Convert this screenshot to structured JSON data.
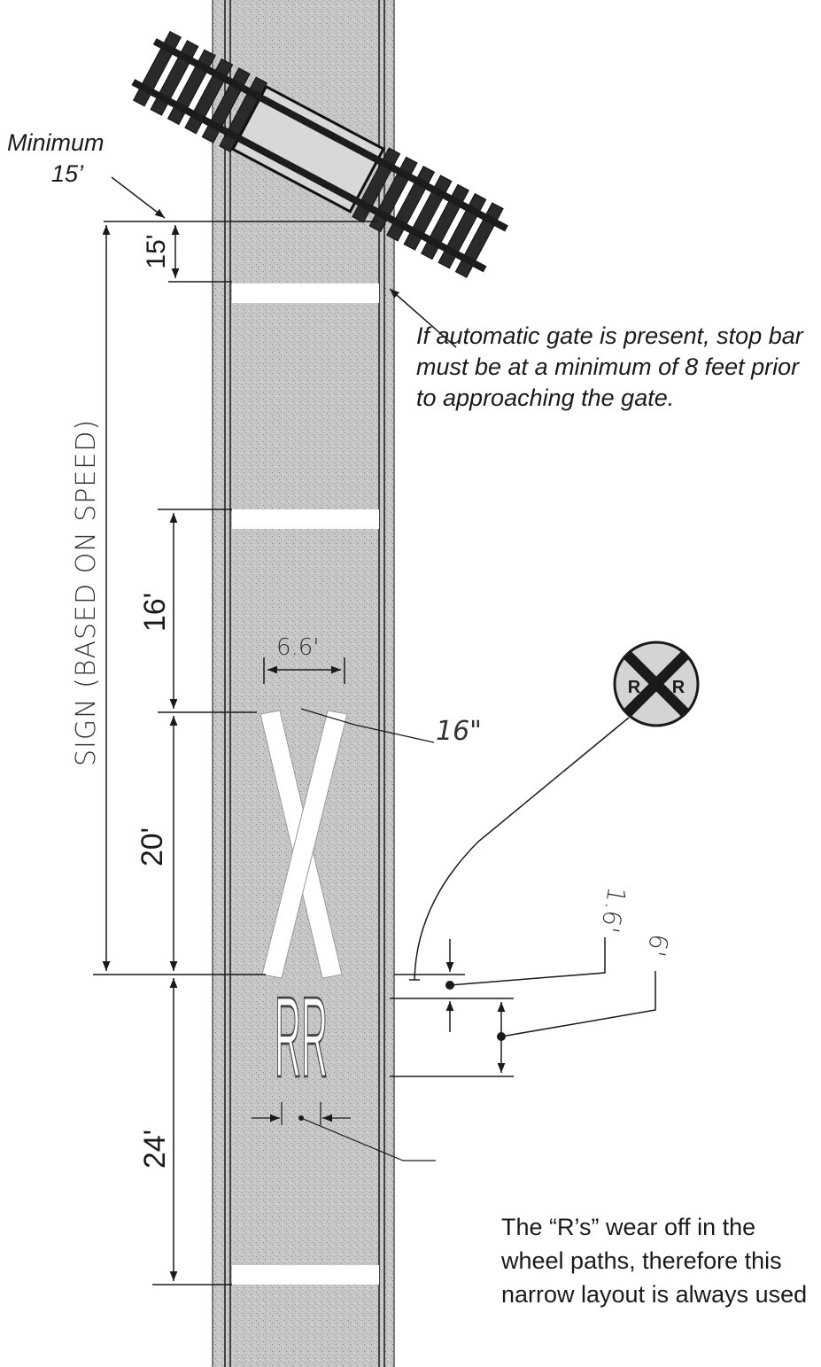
{
  "labels": {
    "minimum_word": "Minimum",
    "minimum_value": "15’",
    "dim_15": "15'",
    "dim_16": "16'",
    "dim_20": "20'",
    "dim_24": "24'",
    "dim_6_6": "6.6'",
    "dim_16in": "16\"",
    "dim_1_6": "1.6'",
    "dim_6": "6'",
    "sign_dim": "SIGN (BASED ON SPEED)",
    "sign_letter": "R",
    "pavement_letters": "RR"
  },
  "notes": {
    "gate": "If automatic gate is present, stop bar must be at a minimum of 8 feet prior to approaching the gate.",
    "wear": "The “R’s” wear off in the wheel paths, therefore this narrow layout is always used"
  },
  "colors": {
    "pavement": "#c9c9c9",
    "marking": "#ffffff",
    "ink": "#1a1a1a"
  },
  "icons": {
    "railroad_sign": "railroad-crossing-sign-icon",
    "track": "railroad-track-icon"
  }
}
